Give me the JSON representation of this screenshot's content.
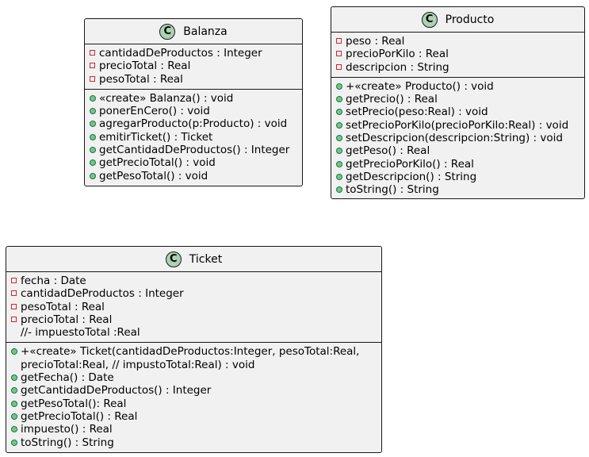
{
  "classes": {
    "balanza": {
      "icon": "C",
      "name": "Balanza",
      "attributes": [
        {
          "vis": "private",
          "text": "cantidadDeProductos : Integer"
        },
        {
          "vis": "private",
          "text": "precioTotal : Real"
        },
        {
          "vis": "private",
          "text": "pesoTotal : Real"
        }
      ],
      "methods": [
        {
          "vis": "public",
          "text": "«create» Balanza() : void"
        },
        {
          "vis": "public",
          "text": "ponerEnCero() : void"
        },
        {
          "vis": "public",
          "text": "agregarProducto(p:Producto) : void"
        },
        {
          "vis": "public",
          "text": "emitirTicket() : Ticket"
        },
        {
          "vis": "public",
          "text": "getCantidadDeProductos() : Integer"
        },
        {
          "vis": "public",
          "text": "getPrecioTotal() : void"
        },
        {
          "vis": "public",
          "text": "getPesoTotal() : void"
        }
      ]
    },
    "producto": {
      "icon": "C",
      "name": "Producto",
      "attributes": [
        {
          "vis": "private",
          "text": "peso : Real"
        },
        {
          "vis": "private",
          "text": "precioPorKilo : Real"
        },
        {
          "vis": "private",
          "text": "descripcion : String"
        }
      ],
      "methods": [
        {
          "vis": "public",
          "text": "+«create» Producto() : void"
        },
        {
          "vis": "public",
          "text": "getPrecio() : Real"
        },
        {
          "vis": "public",
          "text": "setPrecio(peso:Real) : void"
        },
        {
          "vis": "public",
          "text": "setPrecioPorKilo(precioPorKilo:Real) : void"
        },
        {
          "vis": "public",
          "text": "setDescripcion(descripcion:String) : void"
        },
        {
          "vis": "public",
          "text": "getPeso() : Real"
        },
        {
          "vis": "public",
          "text": "getPrecioPorKilo() : Real"
        },
        {
          "vis": "public",
          "text": "getDescripcion() : String"
        },
        {
          "vis": "public",
          "text": "toString() : String"
        }
      ]
    },
    "ticket": {
      "icon": "C",
      "name": "Ticket",
      "attributes": [
        {
          "vis": "private",
          "text": "fecha : Date"
        },
        {
          "vis": "private",
          "text": "cantidadDeProductos : Integer"
        },
        {
          "vis": "private",
          "text": "pesoTotal : Real"
        },
        {
          "vis": "private",
          "text": "precioTotal : Real"
        },
        {
          "vis": "none",
          "text": "//- impuestoTotal :Real"
        }
      ],
      "methods": [
        {
          "vis": "public",
          "text": "+«create» Ticket(cantidadDeProductos:Integer, pesoTotal:Real,"
        },
        {
          "vis": "none",
          "text": "precioTotal:Real, // impustoTotal:Real) : void"
        },
        {
          "vis": "public",
          "text": "getFecha() : Date"
        },
        {
          "vis": "public",
          "text": "getCantidadDeProductos() : Integer"
        },
        {
          "vis": "public",
          "text": "getPesoTotal(): Real"
        },
        {
          "vis": "public",
          "text": "getPrecioTotal() : Real"
        },
        {
          "vis": "public",
          "text": "impuesto() : Real"
        },
        {
          "vis": "public",
          "text": "toString() : String"
        }
      ]
    }
  }
}
